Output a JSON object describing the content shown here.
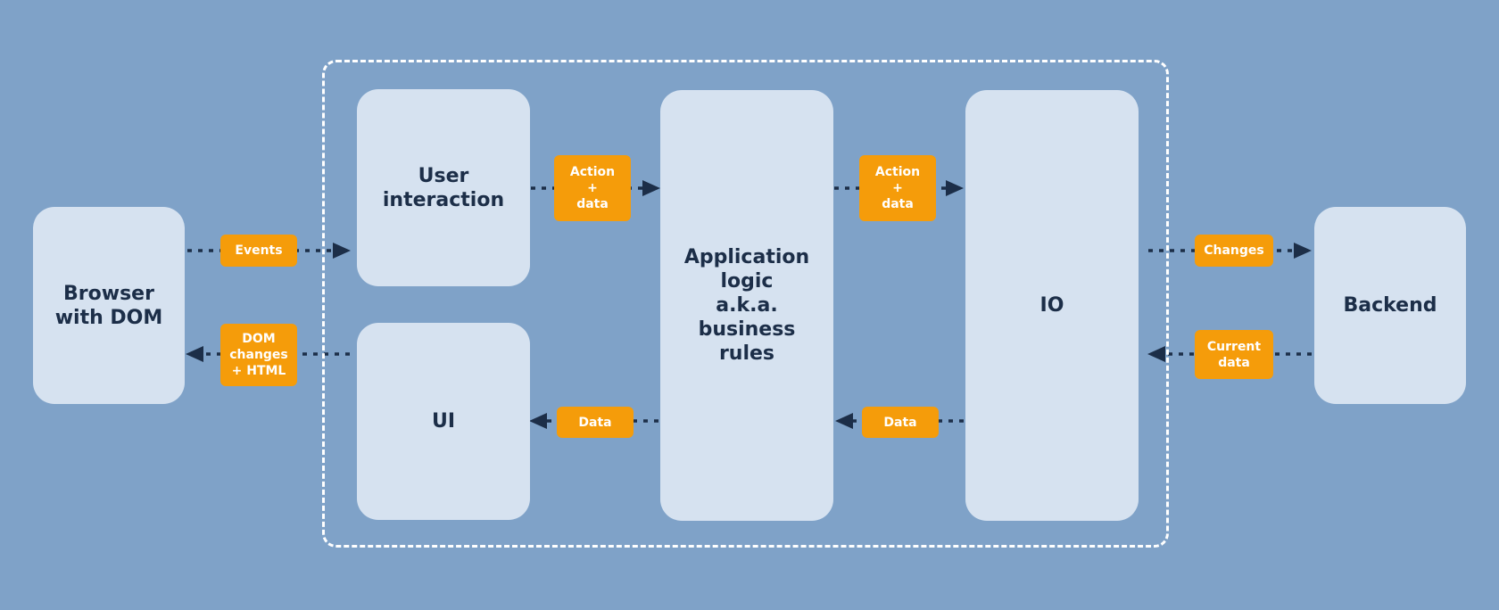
{
  "colors": {
    "background": "#7fa2c8",
    "box": "#d6e2f0",
    "box_text": "#1c2e48",
    "tag": "#f59c0a",
    "tag_text": "#ffffff",
    "connector": "#1c2e48",
    "boundary": "#ffffff"
  },
  "boxes": {
    "browser": "Browser\nwith DOM",
    "user_interaction": "User\ninteraction",
    "ui": "UI",
    "app_logic": "Application\nlogic\na.k.a.\nbusiness\nrules",
    "io": "IO",
    "backend": "Backend"
  },
  "labels": {
    "events": "Events",
    "dom_changes": "DOM\nchanges\n+ HTML",
    "action_data_1": "Action\n+\ndata",
    "data_1": "Data",
    "action_data_2": "Action\n+\ndata",
    "data_2": "Data",
    "changes": "Changes",
    "current_data": "Current\ndata"
  },
  "connections": [
    {
      "from": "Browser with DOM",
      "to": "User interaction",
      "label": "Events"
    },
    {
      "from": "UI",
      "to": "Browser with DOM",
      "label": "DOM changes + HTML"
    },
    {
      "from": "User interaction",
      "to": "Application logic",
      "label": "Action + data"
    },
    {
      "from": "Application logic",
      "to": "UI",
      "label": "Data"
    },
    {
      "from": "Application logic",
      "to": "IO",
      "label": "Action + data"
    },
    {
      "from": "IO",
      "to": "Application logic",
      "label": "Data"
    },
    {
      "from": "IO",
      "to": "Backend",
      "label": "Changes"
    },
    {
      "from": "Backend",
      "to": "IO",
      "label": "Current data"
    }
  ]
}
